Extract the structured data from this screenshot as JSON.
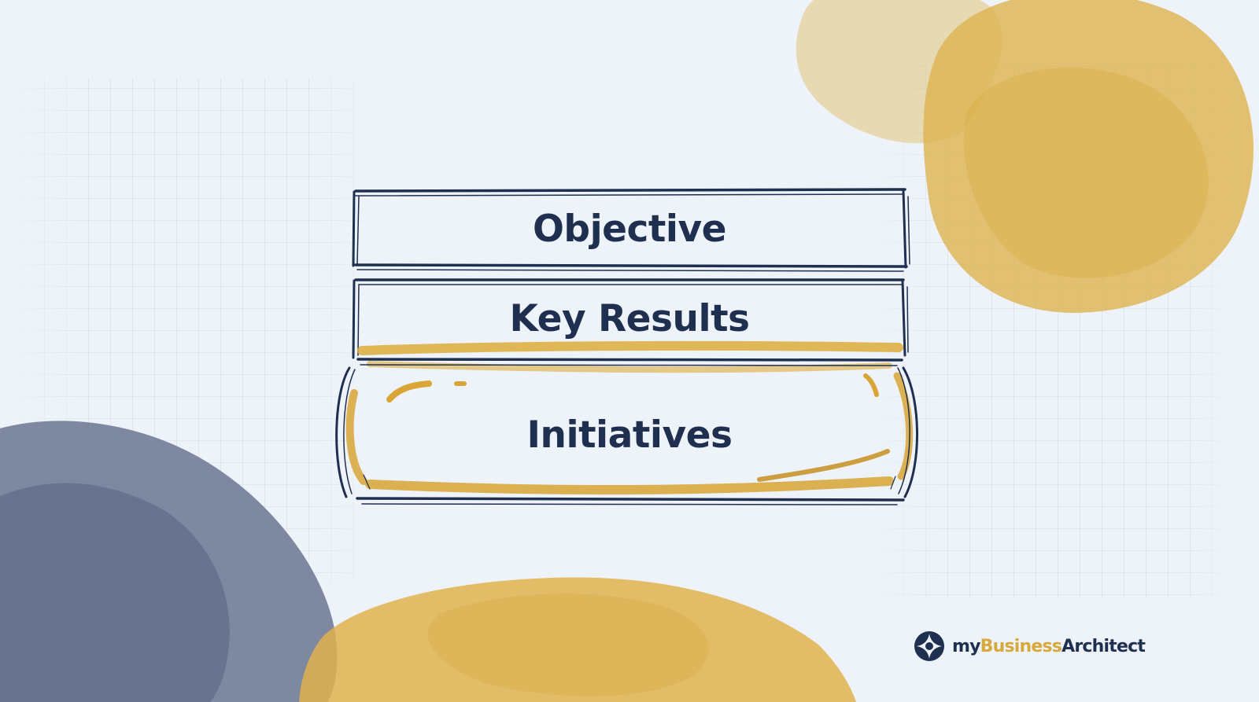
{
  "diagram": {
    "layers": [
      {
        "id": "objective",
        "label": "Objective",
        "highlighted": false
      },
      {
        "id": "key-results",
        "label": "Key Results",
        "highlighted": false
      },
      {
        "id": "initiatives",
        "label": "Initiatives",
        "highlighted": true
      }
    ]
  },
  "brand": {
    "prefix": "my",
    "accent": "Business",
    "suffix": "Architect",
    "logo_icon": "compass-star-icon"
  },
  "colors": {
    "background": "#eef3f9",
    "ink": "#1f2f4f",
    "gold": "#d9ab3c",
    "navy_blob": "#5b6785",
    "grid": "#c9ced6"
  }
}
